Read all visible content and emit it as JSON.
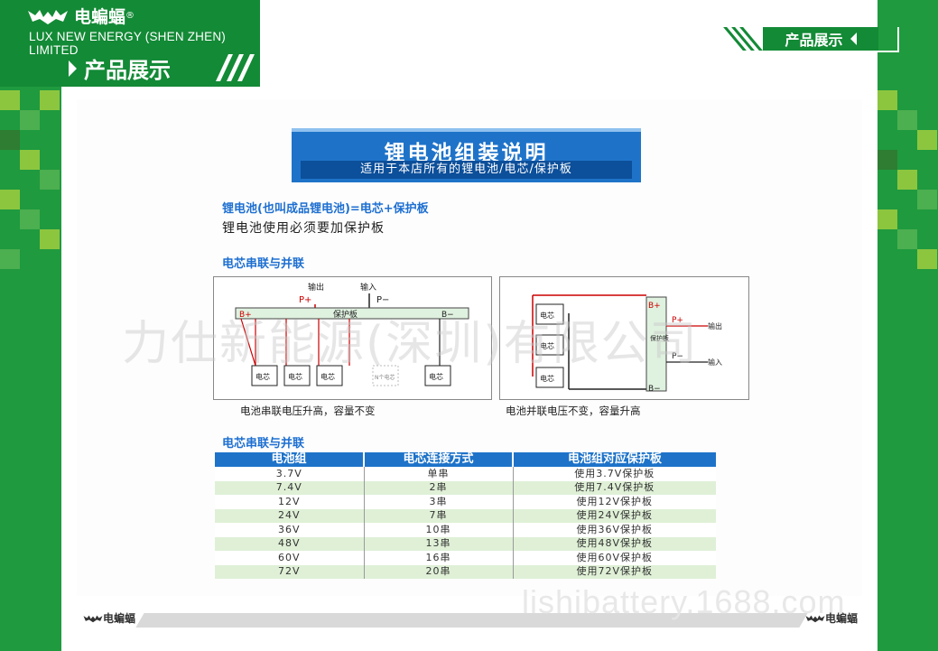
{
  "header": {
    "brand_cn": "电蝙蝠",
    "registered": "®",
    "brand_en": "LUX NEW ENERGY (SHEN ZHEN) LIMITED",
    "section_title": "产品展示",
    "right_tab": "产品展示",
    "brand_color": "#138a36"
  },
  "doc": {
    "title": "锂电池组装说明",
    "subtitle": "适用于本店所有的锂电池/电芯/保护板",
    "formula": "锂电池(也叫成品锂电池)=电芯+保护板",
    "note": "锂电池使用必须要加保护板",
    "section1": "电芯串联与并联",
    "section2": "电芯串联与并联",
    "series_diagram": {
      "output": "输出",
      "input": "输入",
      "p_plus": "P+",
      "p_minus": "P−",
      "b_plus": "B+",
      "b_minus": "B−",
      "board": "保护板",
      "cell": "电芯",
      "n_cells": "N个电芯",
      "caption": "电池串联电压升高，容量不变"
    },
    "parallel_diagram": {
      "b_plus": "B+",
      "b_minus": "B−",
      "p_plus": "P+",
      "p_minus": "P−",
      "output": "输出",
      "input": "输入",
      "board": "保护板",
      "cell": "电芯",
      "caption": "电池并联电压不变，容量升高"
    },
    "table": {
      "headers": [
        "电池组",
        "电芯连接方式",
        "电池组对应保护板"
      ],
      "rows": [
        [
          "3.7V",
          "单串",
          "使用3.7V保护板"
        ],
        [
          "7.4V",
          "2串",
          "使用7.4V保护板"
        ],
        [
          "12V",
          "3串",
          "使用12V保护板"
        ],
        [
          "24V",
          "7串",
          "使用24V保护板"
        ],
        [
          "36V",
          "10串",
          "使用36V保护板"
        ],
        [
          "48V",
          "13串",
          "使用48V保护板"
        ],
        [
          "60V",
          "16串",
          "使用60V保护板"
        ],
        [
          "72V",
          "20串",
          "使用72V保护板"
        ]
      ]
    }
  },
  "watermark": {
    "center": "力仕新能源(深圳)有限公司",
    "url": "lishibattery.1688.com"
  },
  "footer": {
    "brand_left": "电蝙蝠",
    "brand_right": "电蝙蝠"
  }
}
